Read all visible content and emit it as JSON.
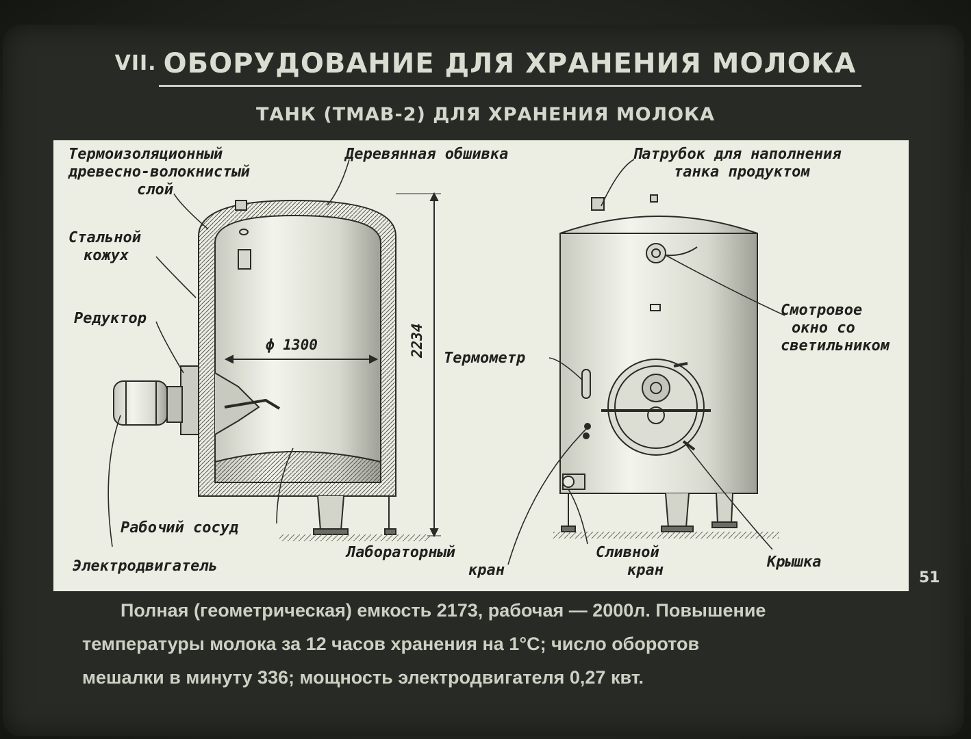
{
  "slide": {
    "section_number": "VII.",
    "title": "ОБОРУДОВАНИЕ ДЛЯ ХРАНЕНИЯ МОЛОКА",
    "subtitle": "ТАНК (ТМАВ-2) ДЛЯ ХРАНЕНИЯ МОЛОКА",
    "page_number": "51"
  },
  "diagram": {
    "dimension_diameter": "ϕ 1300",
    "dimension_height": "2234",
    "labels": {
      "insulation": "Термоизоляционный\nдревесно-волокнистый\nслой",
      "wood_lining": "Деревянная обшивка",
      "fill_pipe": "Патрубок для наполнения\nтанка продуктом",
      "steel_shell": "Стальной\nкожух",
      "reducer": "Редуктор",
      "sight_glass": "Смотровое\nокно со\nсветильником",
      "thermometer": "Термометр",
      "working_vessel": "Рабочий сосуд",
      "motor": "Электродвигатель",
      "lab_tap": "Лабораторный\nкран",
      "drain_tap": "Сливной\nкран",
      "lid": "Крышка"
    }
  },
  "description": {
    "line1": "Полная (геометрическая) емкость 2173, рабочая — 2000л.  Повышение",
    "line2": "температуры молока за 12 часов хранения на 1°С; число оборотов",
    "line3": "мешалки в минуту 336; мощность электродвигателя 0,27 квт."
  },
  "colors": {
    "background": "#282b25",
    "panel": "#eceee4",
    "text_light": "#dcddd2",
    "ink": "#1f201c"
  }
}
